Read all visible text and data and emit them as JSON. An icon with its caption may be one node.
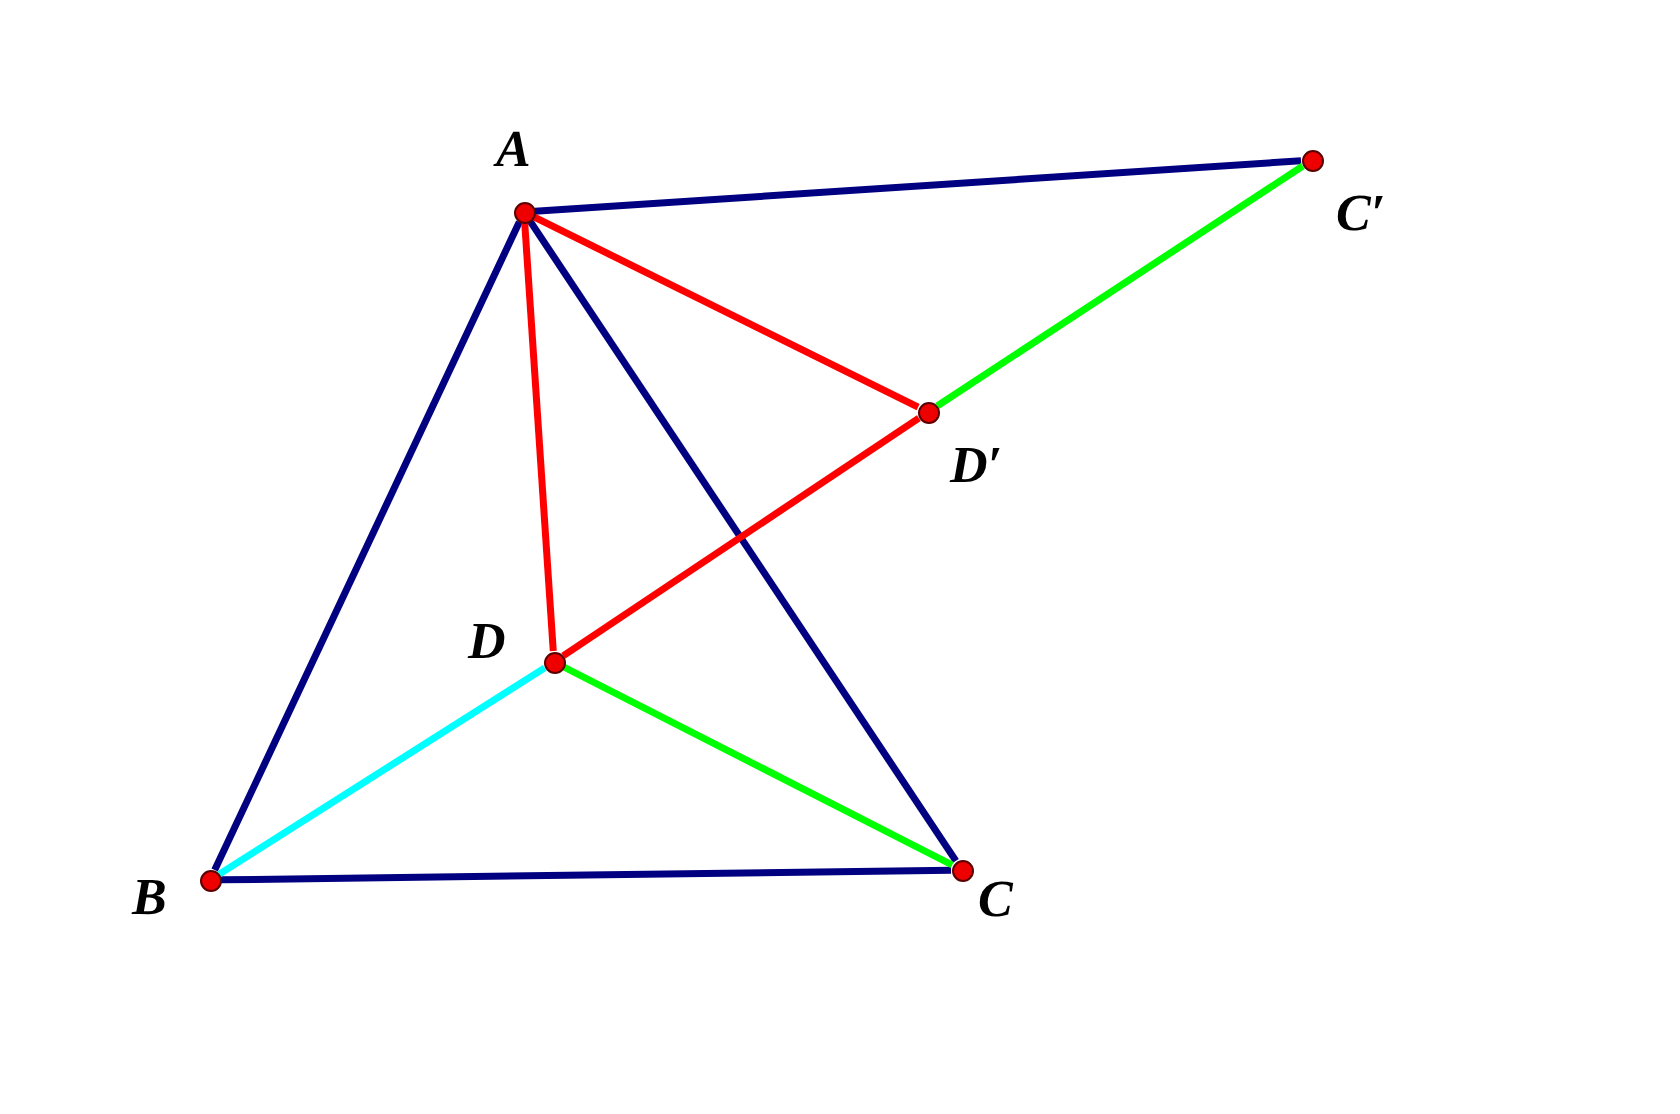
{
  "diagram": {
    "nodes": [
      {
        "text": [],
        "shape": "circle",
        "beside": [
          "A"
        ]
      },
      {
        "text": [],
        "shape": "circle",
        "beside": [
          "C′"
        ]
      },
      {
        "text": [],
        "shape": "circle",
        "beside": [
          "D′"
        ]
      },
      {
        "text": [],
        "shape": "circle",
        "beside": [
          "D"
        ]
      },
      {
        "text": [],
        "shape": "circle",
        "beside": [
          "B"
        ]
      },
      {
        "text": [],
        "shape": "circle",
        "beside": [
          "C"
        ]
      }
    ],
    "edges": [
      {
        "from": 0,
        "to": 1,
        "arrow": "none"
      },
      {
        "from": 0,
        "to": 4,
        "arrow": "none"
      },
      {
        "from": 0,
        "to": 5,
        "arrow": "none"
      },
      {
        "from": 4,
        "to": 5,
        "arrow": "none"
      },
      {
        "from": 0,
        "to": 3,
        "arrow": "none",
        "color": "#ff0000"
      },
      {
        "from": 0,
        "to": 2,
        "arrow": "none",
        "color": "#ff0000"
      },
      {
        "from": 3,
        "to": 2,
        "arrow": "none",
        "color": "#ff0000"
      },
      {
        "from": 2,
        "to": 1,
        "arrow": "none",
        "color": "#00ff00"
      },
      {
        "from": 3,
        "to": 5,
        "arrow": "none",
        "color": "#00ff00"
      },
      {
        "from": 4,
        "to": 3,
        "arrow": "none",
        "color": "#00ffff"
      }
    ]
  }
}
